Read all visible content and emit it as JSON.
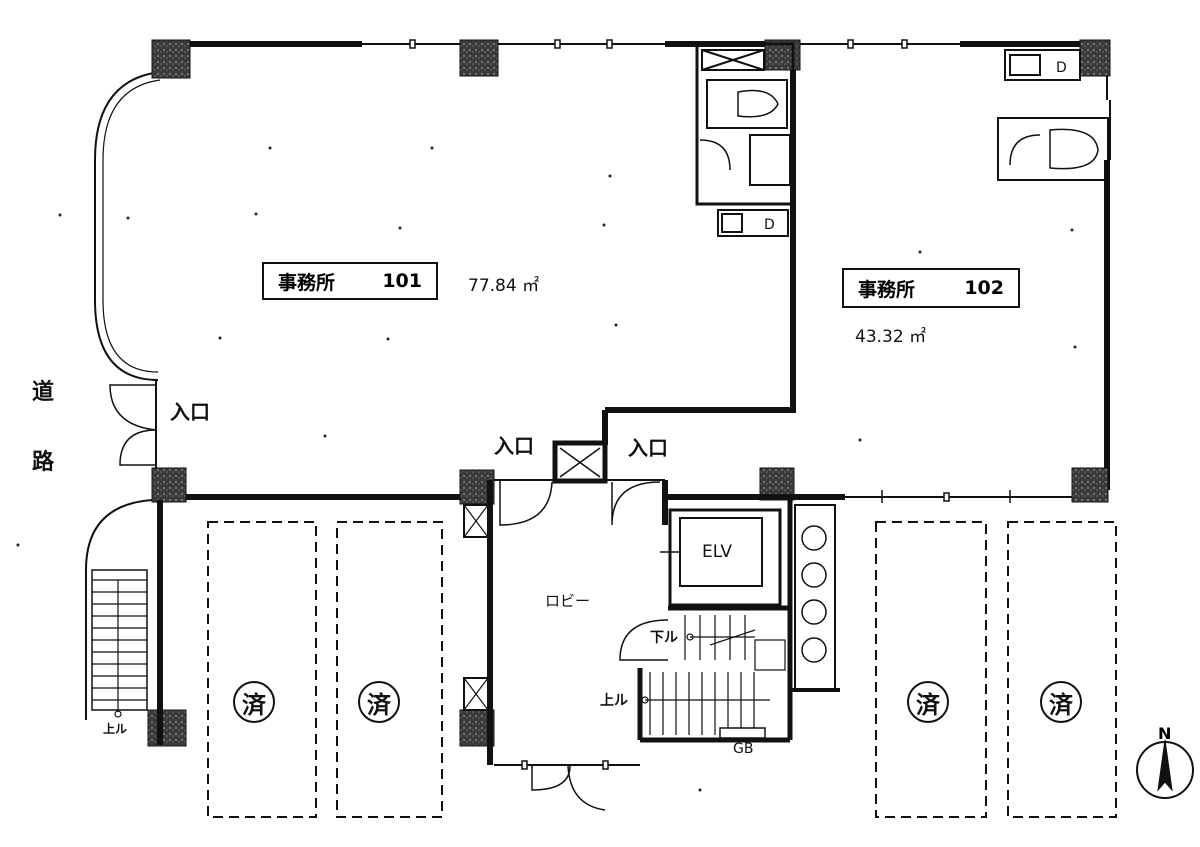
{
  "rooms": {
    "office_101": {
      "name": "事務所",
      "number": "101",
      "area": "77.84 ㎡"
    },
    "office_102": {
      "name": "事務所",
      "number": "102",
      "area": "43.32 ㎡"
    }
  },
  "labels": {
    "road_char_1": "道",
    "road_char_2": "路",
    "entrance": "入口",
    "lobby": "ロビー",
    "elevator": "ELV",
    "down": "下ル",
    "up": "上ル",
    "gb": "GB",
    "parking_used": "済",
    "north": "N"
  },
  "parking": {
    "stalls": [
      "済",
      "済",
      "済",
      "済"
    ]
  },
  "colors": {
    "wall": "#111111",
    "column": "#3a3a3a",
    "paper": "#ffffff"
  }
}
